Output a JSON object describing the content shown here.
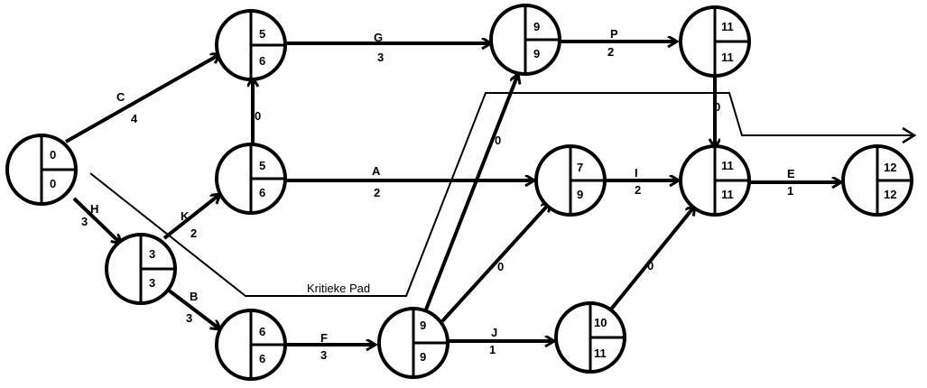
{
  "nodes": [
    {
      "id": "n1",
      "early": "0",
      "late": "0"
    },
    {
      "id": "n2",
      "early": "5",
      "late": "6"
    },
    {
      "id": "n3",
      "early": "5",
      "late": "6"
    },
    {
      "id": "n4",
      "early": "3",
      "late": "3"
    },
    {
      "id": "n5",
      "early": "6",
      "late": "6"
    },
    {
      "id": "n6",
      "early": "9",
      "late": "9"
    },
    {
      "id": "n7",
      "early": "9",
      "late": "9"
    },
    {
      "id": "n8",
      "early": "7",
      "late": "9"
    },
    {
      "id": "n9",
      "early": "10",
      "late": "11"
    },
    {
      "id": "n10",
      "early": "11",
      "late": "11"
    },
    {
      "id": "n11",
      "early": "11",
      "late": "11"
    },
    {
      "id": "n12",
      "early": "12",
      "late": "12"
    }
  ],
  "activities": [
    {
      "id": "C",
      "duration": "4"
    },
    {
      "id": "H",
      "duration": "3"
    },
    {
      "id": "G",
      "duration": "3"
    },
    {
      "id": "A",
      "duration": "2"
    },
    {
      "id": "K",
      "duration": "2"
    },
    {
      "id": "B",
      "duration": "3"
    },
    {
      "id": "F",
      "duration": "3"
    },
    {
      "id": "J",
      "duration": "1"
    },
    {
      "id": "P",
      "duration": "2"
    },
    {
      "id": "I",
      "duration": "2"
    },
    {
      "id": "E",
      "duration": "1"
    }
  ],
  "dummies": [
    "0",
    "0",
    "0",
    "0",
    "0"
  ],
  "critical_path_label": "Kritieke Pad"
}
